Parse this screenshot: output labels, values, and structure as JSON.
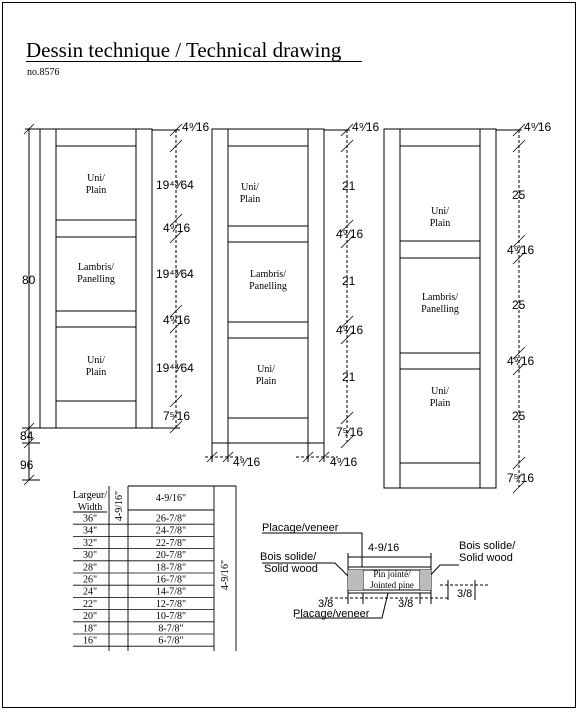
{
  "header": {
    "title": "Dessin technique / Technical drawing",
    "doc_number": "no.8576"
  },
  "door1": {
    "panel_top_line1": "Uni/",
    "panel_top_line2": "Plain",
    "panel_mid_line1": "Lambris/",
    "panel_mid_line2": "Panelling",
    "panel_bot_line1": "Uni/",
    "panel_bot_line2": "Plain",
    "dim_top_rail": "4⁹⁄16",
    "dim_panel_top": "19⁴³⁄64",
    "dim_rail_2": "4⁹⁄16",
    "dim_panel_mid": "19⁴³⁄64",
    "dim_rail_3": "4⁹⁄16",
    "dim_panel_bot": "19⁴³⁄64",
    "dim_bottom_rail": "7⁵⁄16",
    "dim_height_80": "80",
    "dim_height_84": "84",
    "dim_height_96": "96"
  },
  "door2": {
    "panel_top_line1": "Uni/",
    "panel_top_line2": "Plain",
    "panel_mid_line1": "Lambris/",
    "panel_mid_line2": "Panelling",
    "panel_bot_line1": "Uni/",
    "panel_bot_line2": "Plain",
    "dim_top_rail": "4⁹⁄16",
    "dim_panel_top": "21",
    "dim_rail_2": "4⁹⁄16",
    "dim_panel_mid": "21",
    "dim_rail_3": "4⁹⁄16",
    "dim_panel_bot": "21",
    "dim_bottom_rail": "7⁵⁄16",
    "dim_stile_left": "4⁹⁄16",
    "dim_stile_right": "4⁹⁄16"
  },
  "door3": {
    "panel_top_line1": "Uni/",
    "panel_top_line2": "Plain",
    "panel_mid_line1": "Lambris/",
    "panel_mid_line2": "Panelling",
    "panel_bot_line1": "Uni/",
    "panel_bot_line2": "Plain",
    "dim_top_rail": "4⁹⁄16",
    "dim_panel_top": "25",
    "dim_rail_2": "4⁹⁄16",
    "dim_panel_mid": "25",
    "dim_rail_3": "4⁹⁄16",
    "dim_panel_bot": "25",
    "dim_bottom_rail": "7⁵⁄16"
  },
  "width_table": {
    "header_line1": "Largeur/",
    "header_line2": "Width",
    "stile_header": "4-9/16\"",
    "rail_header": "4-9/16\"",
    "stile_side_label": "4-9/16\"",
    "rows": [
      {
        "width": "36\"",
        "rail": "26-7/8\""
      },
      {
        "width": "34\"",
        "rail": "24-7/8\""
      },
      {
        "width": "32\"",
        "rail": "22-7/8\""
      },
      {
        "width": "30\"",
        "rail": "20-7/8\""
      },
      {
        "width": "28\"",
        "rail": "18-7/8\""
      },
      {
        "width": "26\"",
        "rail": "16-7/8\""
      },
      {
        "width": "24\"",
        "rail": "14-7/8\""
      },
      {
        "width": "22\"",
        "rail": "12-7/8\""
      },
      {
        "width": "20\"",
        "rail": "10-7/8\""
      },
      {
        "width": "18\"",
        "rail": "8-7/8\""
      },
      {
        "width": "16\"",
        "rail": "6-7/8\""
      }
    ]
  },
  "section": {
    "veneer_top": "Placage/veneer",
    "veneer_bottom": "Placage/veneer",
    "solid_left_line1": "Bois solide/",
    "solid_left_line2": "Solid wood",
    "solid_right_line1": "Bois solide/",
    "solid_right_line2": "Solid wood",
    "core_line1": "Pin jointé/",
    "core_line2": "Jointed pine",
    "dim_width": "4-9/16",
    "dim_left": "3/8",
    "dim_mid": "3/8",
    "dim_right": "3/8"
  }
}
